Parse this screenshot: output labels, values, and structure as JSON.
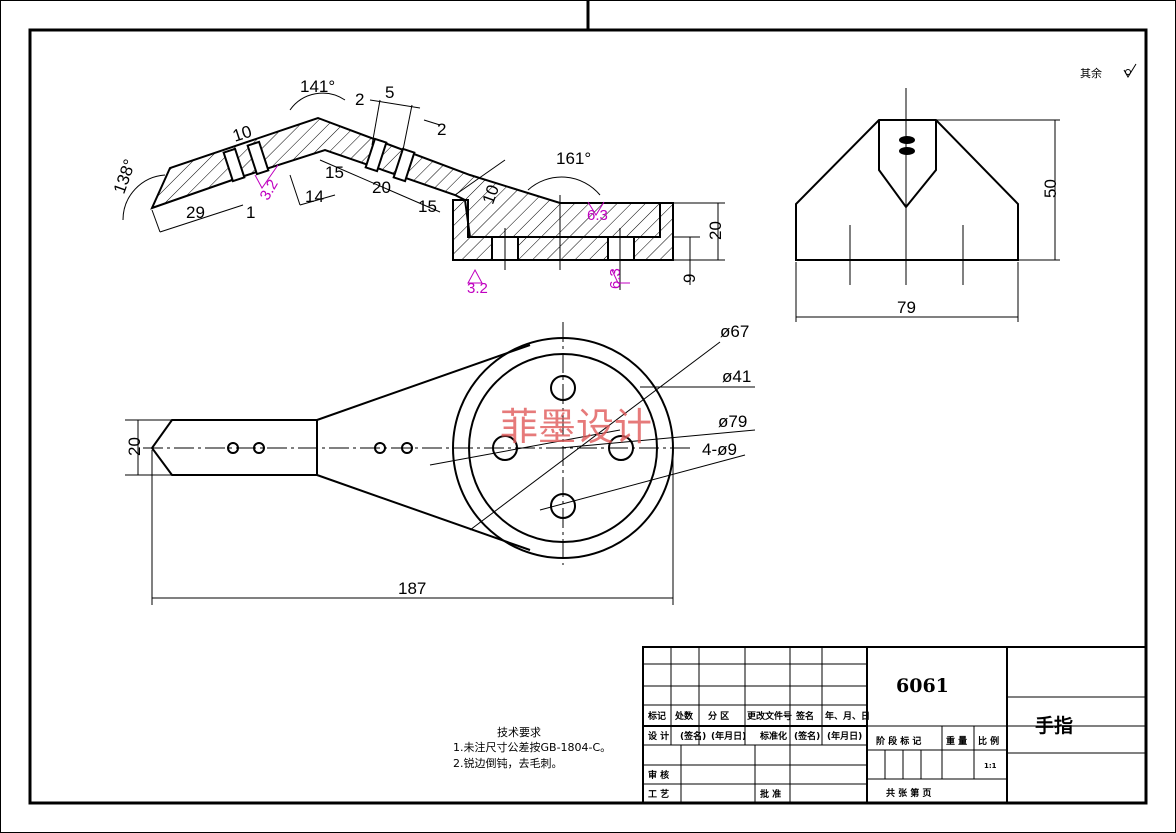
{
  "drawing": {
    "surface_note": "其余",
    "watermark": "菲墨设计",
    "dims_side": {
      "ang141": "141°",
      "ang138": "138°",
      "ang161": "161°",
      "d2a": "2",
      "d5": "5",
      "d2b": "2",
      "d10a": "10",
      "d29": "29",
      "d14": "14",
      "d15a": "15",
      "d20a": "20",
      "d15b": "15",
      "d10b": "10",
      "d20h": "20",
      "d9": "9",
      "d1": "1"
    },
    "rough_side": {
      "r32a": "3.2",
      "r63a": "6.3",
      "r32b": "3.2",
      "r63b": "6.3"
    },
    "dims_end": {
      "d50": "50",
      "d79": "79"
    },
    "dims_top": {
      "phi67": "ø67",
      "phi41": "ø41",
      "phi79": "ø79",
      "holes": "4-ø9",
      "d20": "20",
      "d187": "187"
    },
    "tech": {
      "title": "技术要求",
      "line1": "1.未注尺寸公差按GB-1804-C。",
      "line2": "2.锐边倒钝，去毛刺。"
    }
  },
  "title_block": {
    "material": "6061",
    "part_name": "手指",
    "h_mark": "标记",
    "h_count": "处数",
    "h_zone": "分 区",
    "h_docno": "更改文件号",
    "h_sign": "签名",
    "h_date": "年、月、日",
    "r_design": "设 计",
    "r_sign1": "(签名)",
    "r_date1": "(年月日)",
    "r_std": "标准化",
    "r_sign2": "(签名)",
    "r_date2": "(年月日)",
    "r_stage": "阶 段 标 记",
    "r_weight": "重 量",
    "r_scale": "比 例",
    "r_scale_val": "1:1",
    "r_review": "审 核",
    "r_process": "工 艺",
    "r_approve": "批 准",
    "r_sheets": "共    张    第    页"
  }
}
